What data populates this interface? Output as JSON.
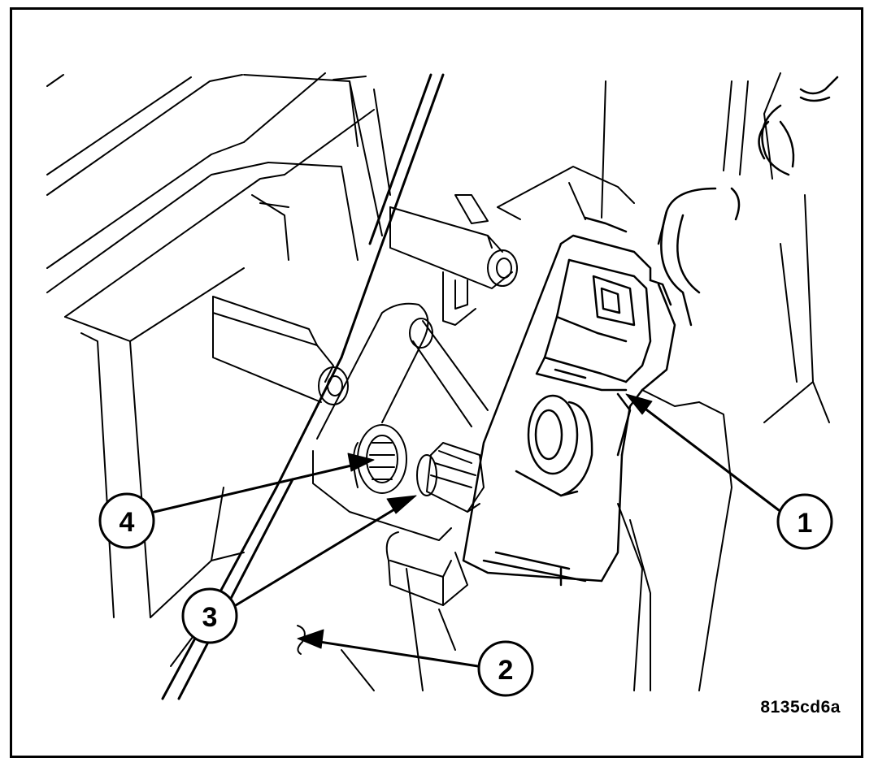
{
  "figure": {
    "code": "8135cd6a",
    "ink_color": "#000000",
    "paper_color": "#ffffff"
  },
  "callouts": [
    {
      "number": "1"
    },
    {
      "number": "2"
    },
    {
      "number": "3"
    },
    {
      "number": "4"
    }
  ]
}
